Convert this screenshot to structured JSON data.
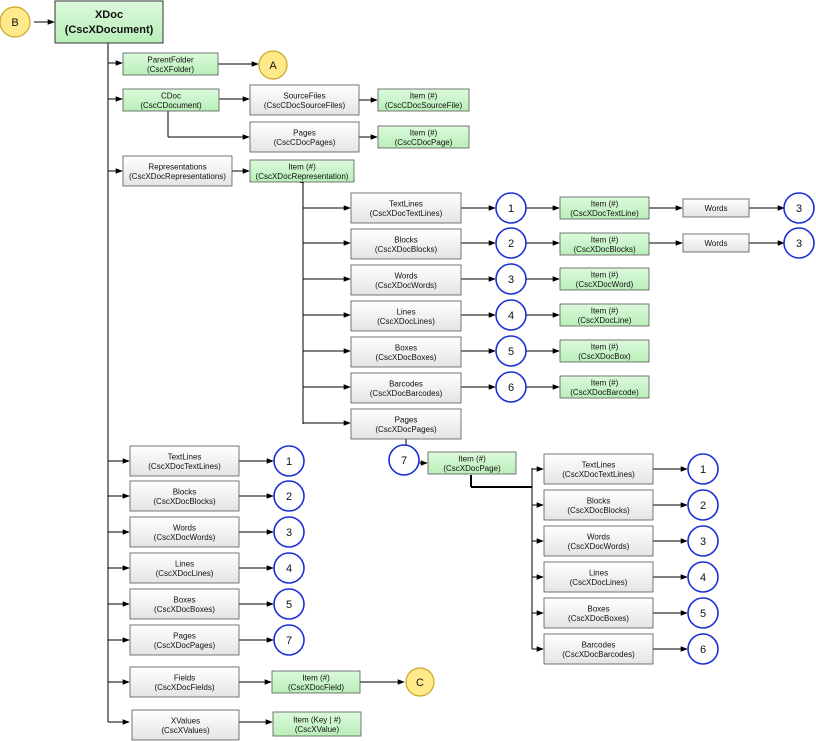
{
  "colors": {
    "green": "#ccf5cc",
    "gray": "#f0f0f0",
    "root": "#c8f7c8",
    "circle_blue": "#1a2fd6",
    "circle_yellow": "#ffe98a"
  },
  "root": {
    "line1": "XDoc",
    "line2": "(CscXDocument)"
  },
  "circles": {
    "B": "B",
    "A": "A",
    "C": "C",
    "c1": "1",
    "c2": "2",
    "c3": "3",
    "c4": "4",
    "c5": "5",
    "c6": "6",
    "c7": "7"
  },
  "nodes": {
    "parentfolder": {
      "line1": "ParentFolder",
      "line2": "(CscXFolder)"
    },
    "cdoc": {
      "line1": "CDoc",
      "line2": "(CscCDocument)"
    },
    "sourcefiles": {
      "line1": "SourceFiles",
      "line2": "(CscCDocSourceFiles)"
    },
    "sourcefile_item": {
      "line1": "Item (#)",
      "line2": "(CscCDocSourceFile)"
    },
    "cdoc_pages": {
      "line1": "Pages",
      "line2": "(CscCDocPages)"
    },
    "cdoc_page_item": {
      "line1": "Item  (#)",
      "line2": "(CscCDocPage)"
    },
    "representations": {
      "line1": "Representations",
      "line2": "(CscXDocRepresentations)"
    },
    "rep_item": {
      "line1": "Item (#)",
      "line2": "(CscXDocRepresentation)"
    },
    "rep_textlines": {
      "line1": "TextLines",
      "line2": "(CscXDocTextLines)"
    },
    "rep_blocks": {
      "line1": "Blocks",
      "line2": "(CscXDocBlocks)"
    },
    "rep_words": {
      "line1": "Words",
      "line2": "(CscXDocWords)"
    },
    "rep_lines": {
      "line1": "Lines",
      "line2": "(CscXDocLines)"
    },
    "rep_boxes": {
      "line1": "Boxes",
      "line2": "(CscXDocBoxes)"
    },
    "rep_barcodes": {
      "line1": "Barcodes",
      "line2": "(CscXDocBarcodes)"
    },
    "rep_pages": {
      "line1": "Pages",
      "line2": "(CscXDocPages)"
    },
    "item_textline": {
      "line1": "Item (#)",
      "line2": "(CscXDocTextLine)"
    },
    "item_block": {
      "line1": "Item (#)",
      "line2": "(CscXDocBlocks)"
    },
    "item_word": {
      "line1": "Item (#)",
      "line2": "(CscXDocWord)"
    },
    "item_line": {
      "line1": "Item (#)",
      "line2": "(CscXDocLine)"
    },
    "item_box": {
      "line1": "Item (#)",
      "line2": "(CscXDocBox)"
    },
    "item_barcode": {
      "line1": "Item (#)",
      "line2": "(CscXDocBarcode)"
    },
    "words_a": {
      "line1": "Words",
      "line2": ""
    },
    "words_b": {
      "line1": "Words",
      "line2": ""
    },
    "page_item": {
      "line1": "Item  (#)",
      "line2": "(CscXDocPage)"
    },
    "pg_textlines": {
      "line1": "TextLines",
      "line2": "(CscXDocTextLines)"
    },
    "pg_blocks": {
      "line1": "Blocks",
      "line2": "(CscXDocBlocks)"
    },
    "pg_words": {
      "line1": "Words",
      "line2": "(CscXDocWords)"
    },
    "pg_lines": {
      "line1": "Lines",
      "line2": "(CscXDocLines)"
    },
    "pg_boxes": {
      "line1": "Boxes",
      "line2": "(CscXDocBoxes)"
    },
    "pg_barcodes": {
      "line1": "Barcodes",
      "line2": "(CscXDocBarcodes)"
    },
    "x_textlines": {
      "line1": "TextLines",
      "line2": "(CscXDocTextLines)"
    },
    "x_blocks": {
      "line1": "Blocks",
      "line2": "(CscXDocBlocks)"
    },
    "x_words": {
      "line1": "Words",
      "line2": "(CscXDocWords)"
    },
    "x_lines": {
      "line1": "Lines",
      "line2": "(CscXDocLines)"
    },
    "x_boxes": {
      "line1": "Boxes",
      "line2": "(CscXDocBoxes)"
    },
    "x_pages": {
      "line1": "Pages",
      "line2": "(CscXDocPages)"
    },
    "x_fields": {
      "line1": "Fields",
      "line2": "(CscXDocFields)"
    },
    "field_item": {
      "line1": "Item (#)",
      "line2": "(CscXDocField)"
    },
    "x_values": {
      "line1": "XValues",
      "line2": "(CscXValues)"
    },
    "value_item": {
      "line1": "Item (Key | #)",
      "line2": "(CscXValue)"
    }
  }
}
